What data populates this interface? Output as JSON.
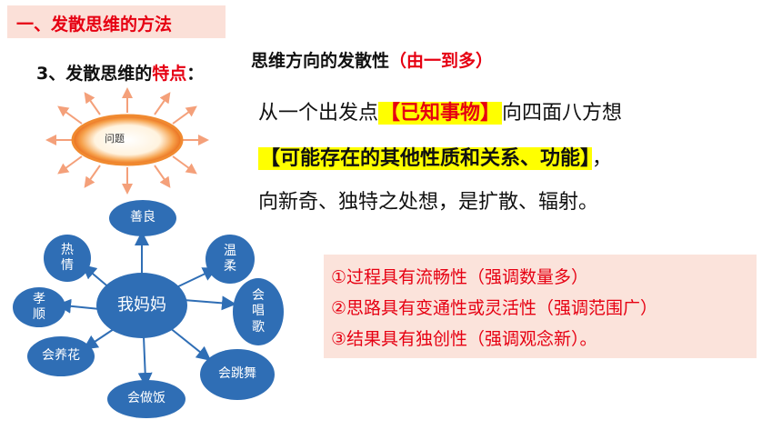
{
  "section_title": "一、发散思维的方法",
  "point": {
    "prefix": "3、发散思维的",
    "highlight": "特点",
    "suffix": "："
  },
  "subtitle": {
    "main": "思维方向的发散性",
    "paren": "（由一到多）"
  },
  "desc": {
    "line1_pre": "从一个出发点",
    "line1_hl": "【已知事物】",
    "line1_post": "向四面八方想",
    "line2_hl": "【可能存在的其他性质和关系、功能】",
    "line2_post": "，",
    "line3": "向新奇、独特之处想，是扩散、辐射。"
  },
  "features": [
    "①过程具有流畅性（强调数量多）",
    "②思路具有变通性或灵活性（强调范围广）",
    "③结果具有独创性（强调观念新）。"
  ],
  "sun_label": "问题",
  "mindmap": {
    "center": "我妈妈",
    "nodes": [
      "善良",
      "温柔",
      "会唱歌",
      "会跳舞",
      "会做饭",
      "会养花",
      "孝顺",
      "热情"
    ]
  },
  "colors": {
    "accent_red": "#e60012",
    "highlight_yellow": "#ffff00",
    "node_blue": "#2f6eb5",
    "box_pink": "#fbe3db"
  }
}
